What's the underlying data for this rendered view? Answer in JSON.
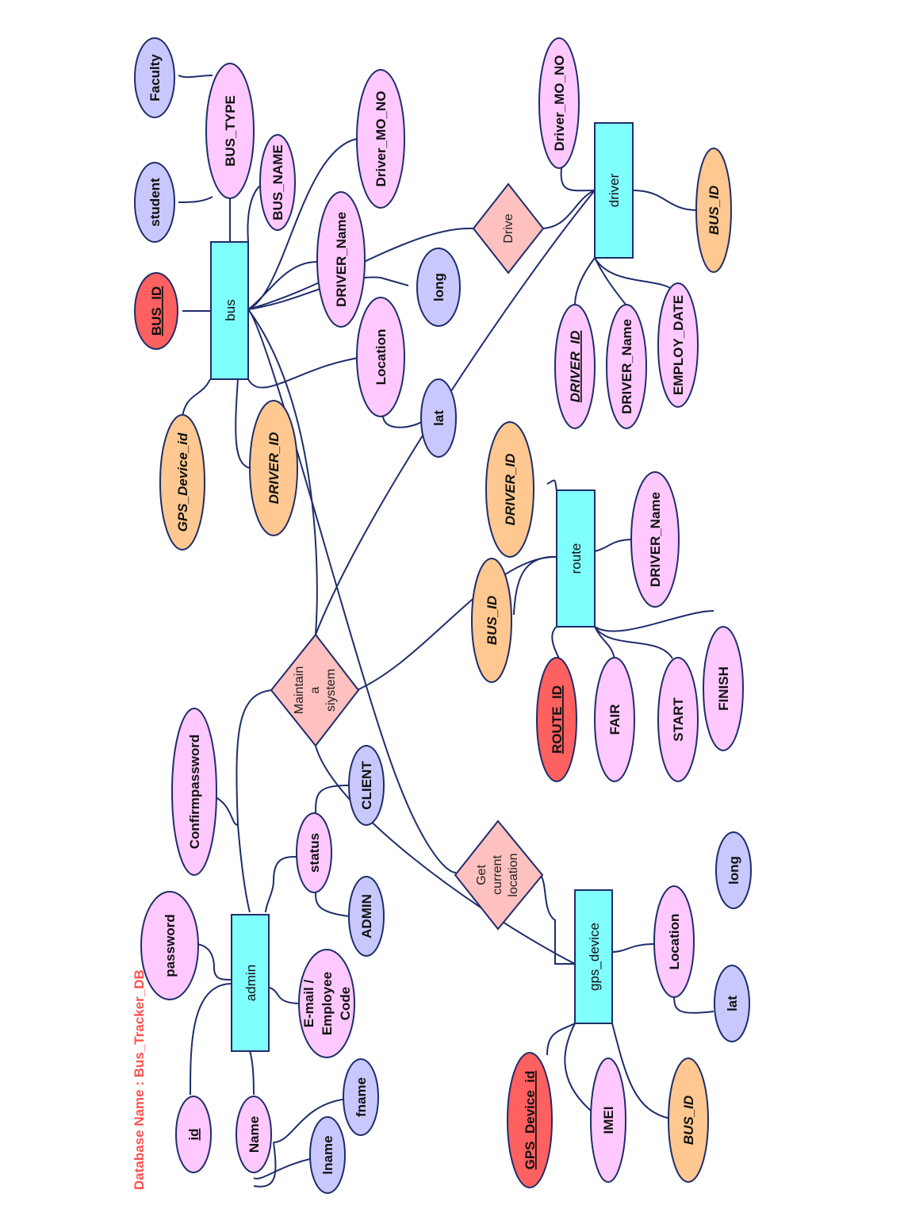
{
  "database_title": "Database Name : Bus_Tracker_DB",
  "colors": {
    "entity": "#80ffff",
    "relationship": "#ffc0c0",
    "attr_pink": "#ffc8ff",
    "attr_lavender": "#c8c8ff",
    "attr_orange": "#ffc890",
    "attr_red": "#ff6060",
    "line": "#1f2d6b",
    "title": "#ff5050"
  },
  "entities": {
    "bus": "bus",
    "driver": "driver",
    "route": "route",
    "admin": "admin",
    "gps_device": "gps_device"
  },
  "relationships": {
    "drive": [
      "Drive"
    ],
    "maintain": [
      "Maintain",
      "a",
      "siystem"
    ],
    "get_location": [
      "Get",
      "current",
      "location"
    ]
  },
  "attributes": {
    "faculty": "Faculty",
    "student": "student",
    "bus_type": "BUS_TYPE",
    "bus_name": "BUS_NAME",
    "bus_id_bus": "BUS_ID",
    "driver_mo_no_bus": "Driver_MO_NO",
    "driver_name_bus": "DRIVER_Name",
    "long_bus": "long",
    "location_bus": "Location",
    "lat_bus": "lat",
    "gps_device_id_bus": "GPS_Device_id",
    "driver_id_bus": "DRIVER_ID",
    "driver_mo_no_drv": "Driver_MO_NO",
    "bus_id_drv": "BUS_ID",
    "driver_id_drv": "DRIVER_ID",
    "driver_name_drv": "DRIVER_Name",
    "employ_date": "EMPLOY_DATE",
    "driver_id_route": "DRIVER_ID",
    "driver_name_route": "DRIVER_Name",
    "bus_id_route": "BUS_ID",
    "route_id": "ROUTE_ID",
    "fair": "FAIR",
    "start": "START",
    "finish": "FINISH",
    "confirmpassword": "Confirmpassword",
    "password": "password",
    "client": "CLIENT",
    "status": "status",
    "admin_role": "ADMIN",
    "email": [
      "E-mail /",
      "Employee",
      "Code"
    ],
    "id": "id",
    "name": "Name",
    "fname": "fname",
    "lname": "lname",
    "long_gps": "long",
    "location_gps": "Location",
    "lat_gps": "lat",
    "gps_device_id": "GPS_Device_id",
    "imei": "IMEI",
    "bus_id_gps": "BUS_ID"
  }
}
